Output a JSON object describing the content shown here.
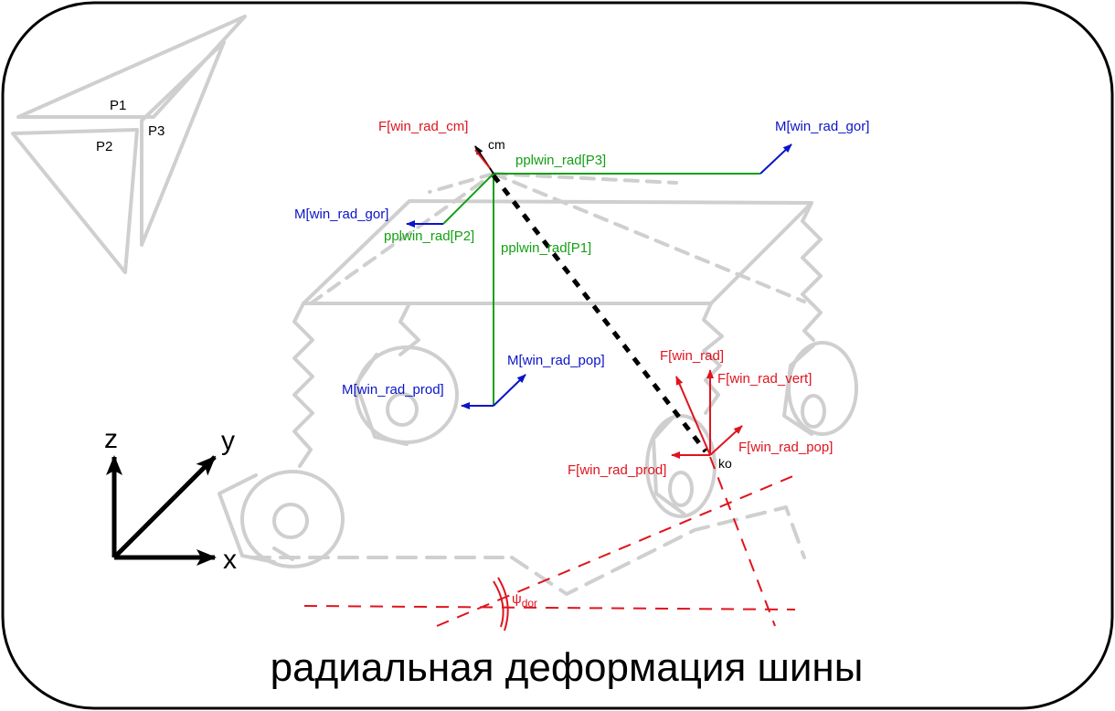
{
  "caption": "радиальная деформация шины",
  "icon": {
    "p1": "P1",
    "p2": "P2",
    "p3": "P3"
  },
  "axes": {
    "x": "x",
    "y": "y",
    "z": "z"
  },
  "labels": {
    "f_win_rad_cm": "F[win_rad_cm]",
    "cm": "cm",
    "m_win_rad_gor_right": "M[win_rad_gor]",
    "m_win_rad_gor_left": "M[win_rad_gor]",
    "pplwin_rad_p3": "pplwin_rad[P3]",
    "pplwin_rad_p2": "pplwin_rad[P2]",
    "pplwin_rad_p1": "pplwin_rad[P1]",
    "m_win_rad_pop": "M[win_rad_pop]",
    "m_win_rad_prod": "M[win_rad_prod]",
    "f_win_rad": "F[win_rad]",
    "f_win_rad_vert": "F[win_rad_vert]",
    "f_win_rad_pop": "F[win_rad_pop]",
    "f_win_rad_prod": "F[win_rad_prod]",
    "ko": "ko",
    "psi": "ψ",
    "psi_sub": "dor"
  },
  "colors": {
    "red": "#e0141e",
    "blue": "#0a14c8",
    "green": "#14a014",
    "gray": "#cfcfcf",
    "black": "#000000"
  }
}
